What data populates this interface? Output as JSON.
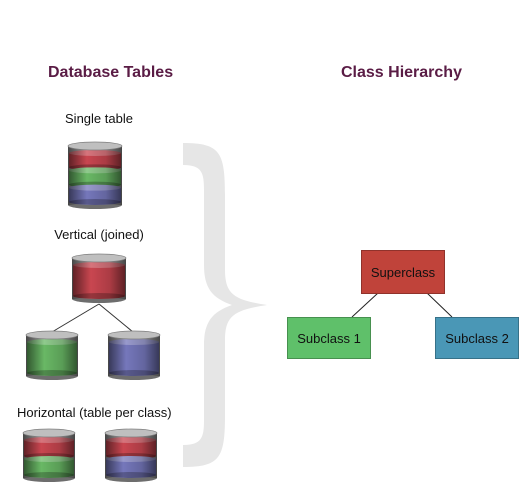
{
  "database_tables": {
    "title": "Database Tables",
    "single_label": "Single table",
    "vertical_label": "Vertical (joined)",
    "horizontal_label": "Horizontal (table per class)"
  },
  "class_hierarchy": {
    "title": "Class Hierarchy",
    "superclass": "Superclass",
    "subclass1": "Subclass 1",
    "subclass2": "Subclass 2"
  },
  "colors": {
    "title": "#5a1c45",
    "superclass_fill": "#c0433a",
    "subclass1_fill": "#5fc06a",
    "subclass2_fill": "#4a97b6",
    "cylinder_red": "#c94650",
    "cylinder_green": "#69b865",
    "cylinder_blue": "#7577bb",
    "cylinder_grey": "#9c9c9c",
    "brace": "#e6e6e6"
  }
}
